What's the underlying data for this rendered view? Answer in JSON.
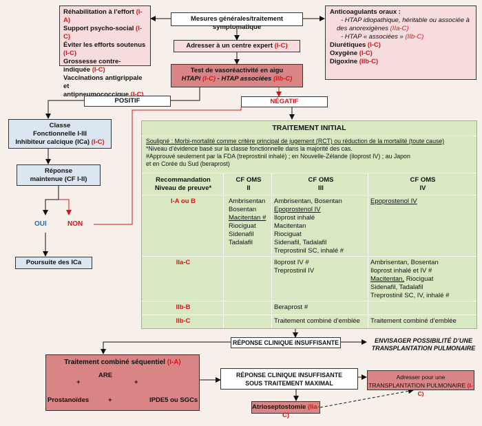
{
  "top_left": {
    "items": [
      {
        "text": "Réhabilitation à l’effort",
        "level": "(I-A)"
      },
      {
        "text": "Support psycho-social",
        "level": "(I-C)"
      },
      {
        "text": "Éviter les efforts soutenus",
        "level": "(I-C)"
      },
      {
        "text": "Grossesse contre-indiquée",
        "level": "(I-C)"
      },
      {
        "text": "Vaccinations antigrippale et",
        "level": ""
      },
      {
        "text": "antipneumococcique",
        "level": "(I-C)"
      }
    ]
  },
  "mesures": "Mesures générales/traitement symptomatique",
  "top_right": {
    "title": "Anticoagulants oraux :",
    "sub1": "- HTAP idiopathique, héritable ou associée à",
    "sub1b": "des anorexigènes",
    "sub1_level": "(IIa-C)",
    "sub2": "- HTAP « associées »",
    "sub2_level": "(IIb-C)",
    "diur": "Diurétiques",
    "diur_level": "(I-C)",
    "oxy": "Oxygène",
    "oxy_level": "(I-C)",
    "digo": "Digoxine",
    "digo_level": "(IIb-C)"
  },
  "adresser": {
    "text": "Adresser à un centre expert",
    "level": "(I-C)"
  },
  "vaso": {
    "title": "Test de vasoréactivité en aigu",
    "line2a": "HTAPi",
    "line2a_level": "(I-C)",
    "line2b": "- HTAP associées",
    "line2b_level": "(IIb-C)"
  },
  "positif": "POSITIF",
  "negatif": "NÉGATIF",
  "classe": {
    "l1": "Classe",
    "l2": "Fonctionnelle I-III",
    "l3": "Inhibiteur calcique (ICa)",
    "level": "(I-C)"
  },
  "reponse": {
    "l1": "Réponse",
    "l2": "maintenue (CF I-II)"
  },
  "oui": "OUI",
  "non": "NON",
  "poursuite": "Poursuite des ICa",
  "traitement": {
    "title": "TRAITEMENT INITIAL",
    "note1": "Souligné : Morbi-mortalité comme critère principal de jugement (RCT) ou réduction de la mortalité (toute cause)",
    "note2": "*Niveau d’évidence basé sur la classe fonctionnelle dans la majorité des cas.",
    "note3": "#Approuvé seulement par la FDA (treprostinil inhalé) ; en Nouvelle-Zélande (iloprost IV) ; au Japon",
    "note4": "et en Corée du Sud (beraprost)",
    "headers": [
      {
        "l1": "Recommandation",
        "l2": "Niveau de preuve*"
      },
      {
        "l1": "CF OMS",
        "l2": "II"
      },
      {
        "l1": "CF OMS",
        "l2": "III"
      },
      {
        "l1": "CF OMS",
        "l2": "IV"
      }
    ],
    "rows": [
      {
        "level": "I-A ou B",
        "c2": [
          "Ambrisentan",
          "Bosentan",
          "Macitentan #",
          "Riociguat",
          "Sidenafil",
          "Tadalafil"
        ],
        "c3": [
          "Ambrisentan, Bosentan",
          "Epoprostenol IV",
          "Iloprost inhalé",
          "Macitentan",
          "Riociguat",
          "Sidenafil, Tadalafil",
          "Treprostinil SC, inhalé #"
        ],
        "c4": [
          "Epoprostenol IV"
        ]
      },
      {
        "level": "IIa-C",
        "c2": [],
        "c3": [
          "Iloprost IV #",
          "Treprostinil IV"
        ],
        "c4": [
          "Ambrisentan, Bosentan",
          "Iloprost inhalé et IV #",
          "Macitentan, Riociguat",
          "Sidenafil, Tadalafil",
          "Treprostinil SC, IV, inhalé #"
        ]
      },
      {
        "level": "IIb-B",
        "c2": [],
        "c3": [
          "Beraprost #"
        ],
        "c4": []
      },
      {
        "level": "IIb-C",
        "c2": [],
        "c3": [
          "Traitement combiné d’emblée"
        ],
        "c4": [
          "Traitement combiné d’emblée"
        ]
      }
    ]
  },
  "reponse_insuff": "RÉPONSE CLINIQUE INSUFFISANTE",
  "envisager": {
    "l1": "ENVISAGER POSSIBILITÉ D’UNE",
    "l2": "TRANSPLANTATION PULMONAIRE"
  },
  "combine": {
    "title": "Traitement combiné séquentiel",
    "level": "(I-A)",
    "are": "ARE",
    "prost": "Prostanoïdes",
    "ipde": "IPDE5 ou SGCs",
    "plus": "+"
  },
  "reponse_max": {
    "l1": "RÉPONSE CLINIQUE INSUFFISANTE",
    "l2": "SOUS TRAITEMENT MAXIMAL"
  },
  "adresser_transp": {
    "l1": "Adresser pour une",
    "l2": "TRANSPLANTATION PULMONAIRE",
    "level": "(I-C)"
  },
  "atrio": {
    "text": "Atrioseptostomie",
    "level": "(IIa-C)"
  }
}
